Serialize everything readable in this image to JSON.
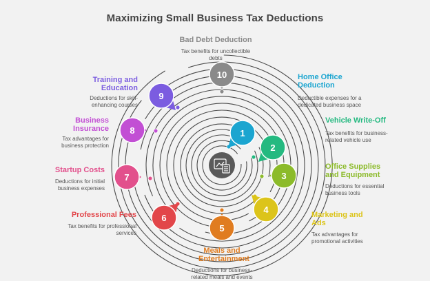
{
  "title": "Maximizing Small Business Tax Deductions",
  "center_icon": "calculator-chart-icon",
  "items": [
    {
      "n": "1",
      "title": "Home Office Deduction",
      "desc": "Deductible expenses for a dedicated business space",
      "color": "#1ba5d0"
    },
    {
      "n": "2",
      "title": "Vehicle Write-Off",
      "desc": "Tax benefits for business-related vehicle use",
      "color": "#24b980"
    },
    {
      "n": "3",
      "title": "Office Supplies and Equipment",
      "desc": "Deductions for essential business tools",
      "color": "#8cbb2a"
    },
    {
      "n": "4",
      "title": "Marketing and Ads",
      "desc": "Tax advantages for promotional activities",
      "color": "#dcc41a"
    },
    {
      "n": "5",
      "title": "Meals and Entertainment",
      "desc": "Deductions for business-related meals and events",
      "color": "#e07c20"
    },
    {
      "n": "6",
      "title": "Professional Fees",
      "desc": "Tax benefits for professional services",
      "color": "#e2464a"
    },
    {
      "n": "7",
      "title": "Startup Costs",
      "desc": "Deductions for initial business expenses",
      "color": "#e2508c"
    },
    {
      "n": "8",
      "title": "Business Insurance",
      "desc": "Tax advantages for business protection",
      "color": "#c24fd4"
    },
    {
      "n": "9",
      "title": "Training and Education",
      "desc": "Deductions for skill-enhancing courses",
      "color": "#7b5ce0"
    },
    {
      "n": "10",
      "title": "Bad Debt Deduction",
      "desc": "Tax benefits for uncollectible debts",
      "color": "#8a8a8a"
    }
  ]
}
